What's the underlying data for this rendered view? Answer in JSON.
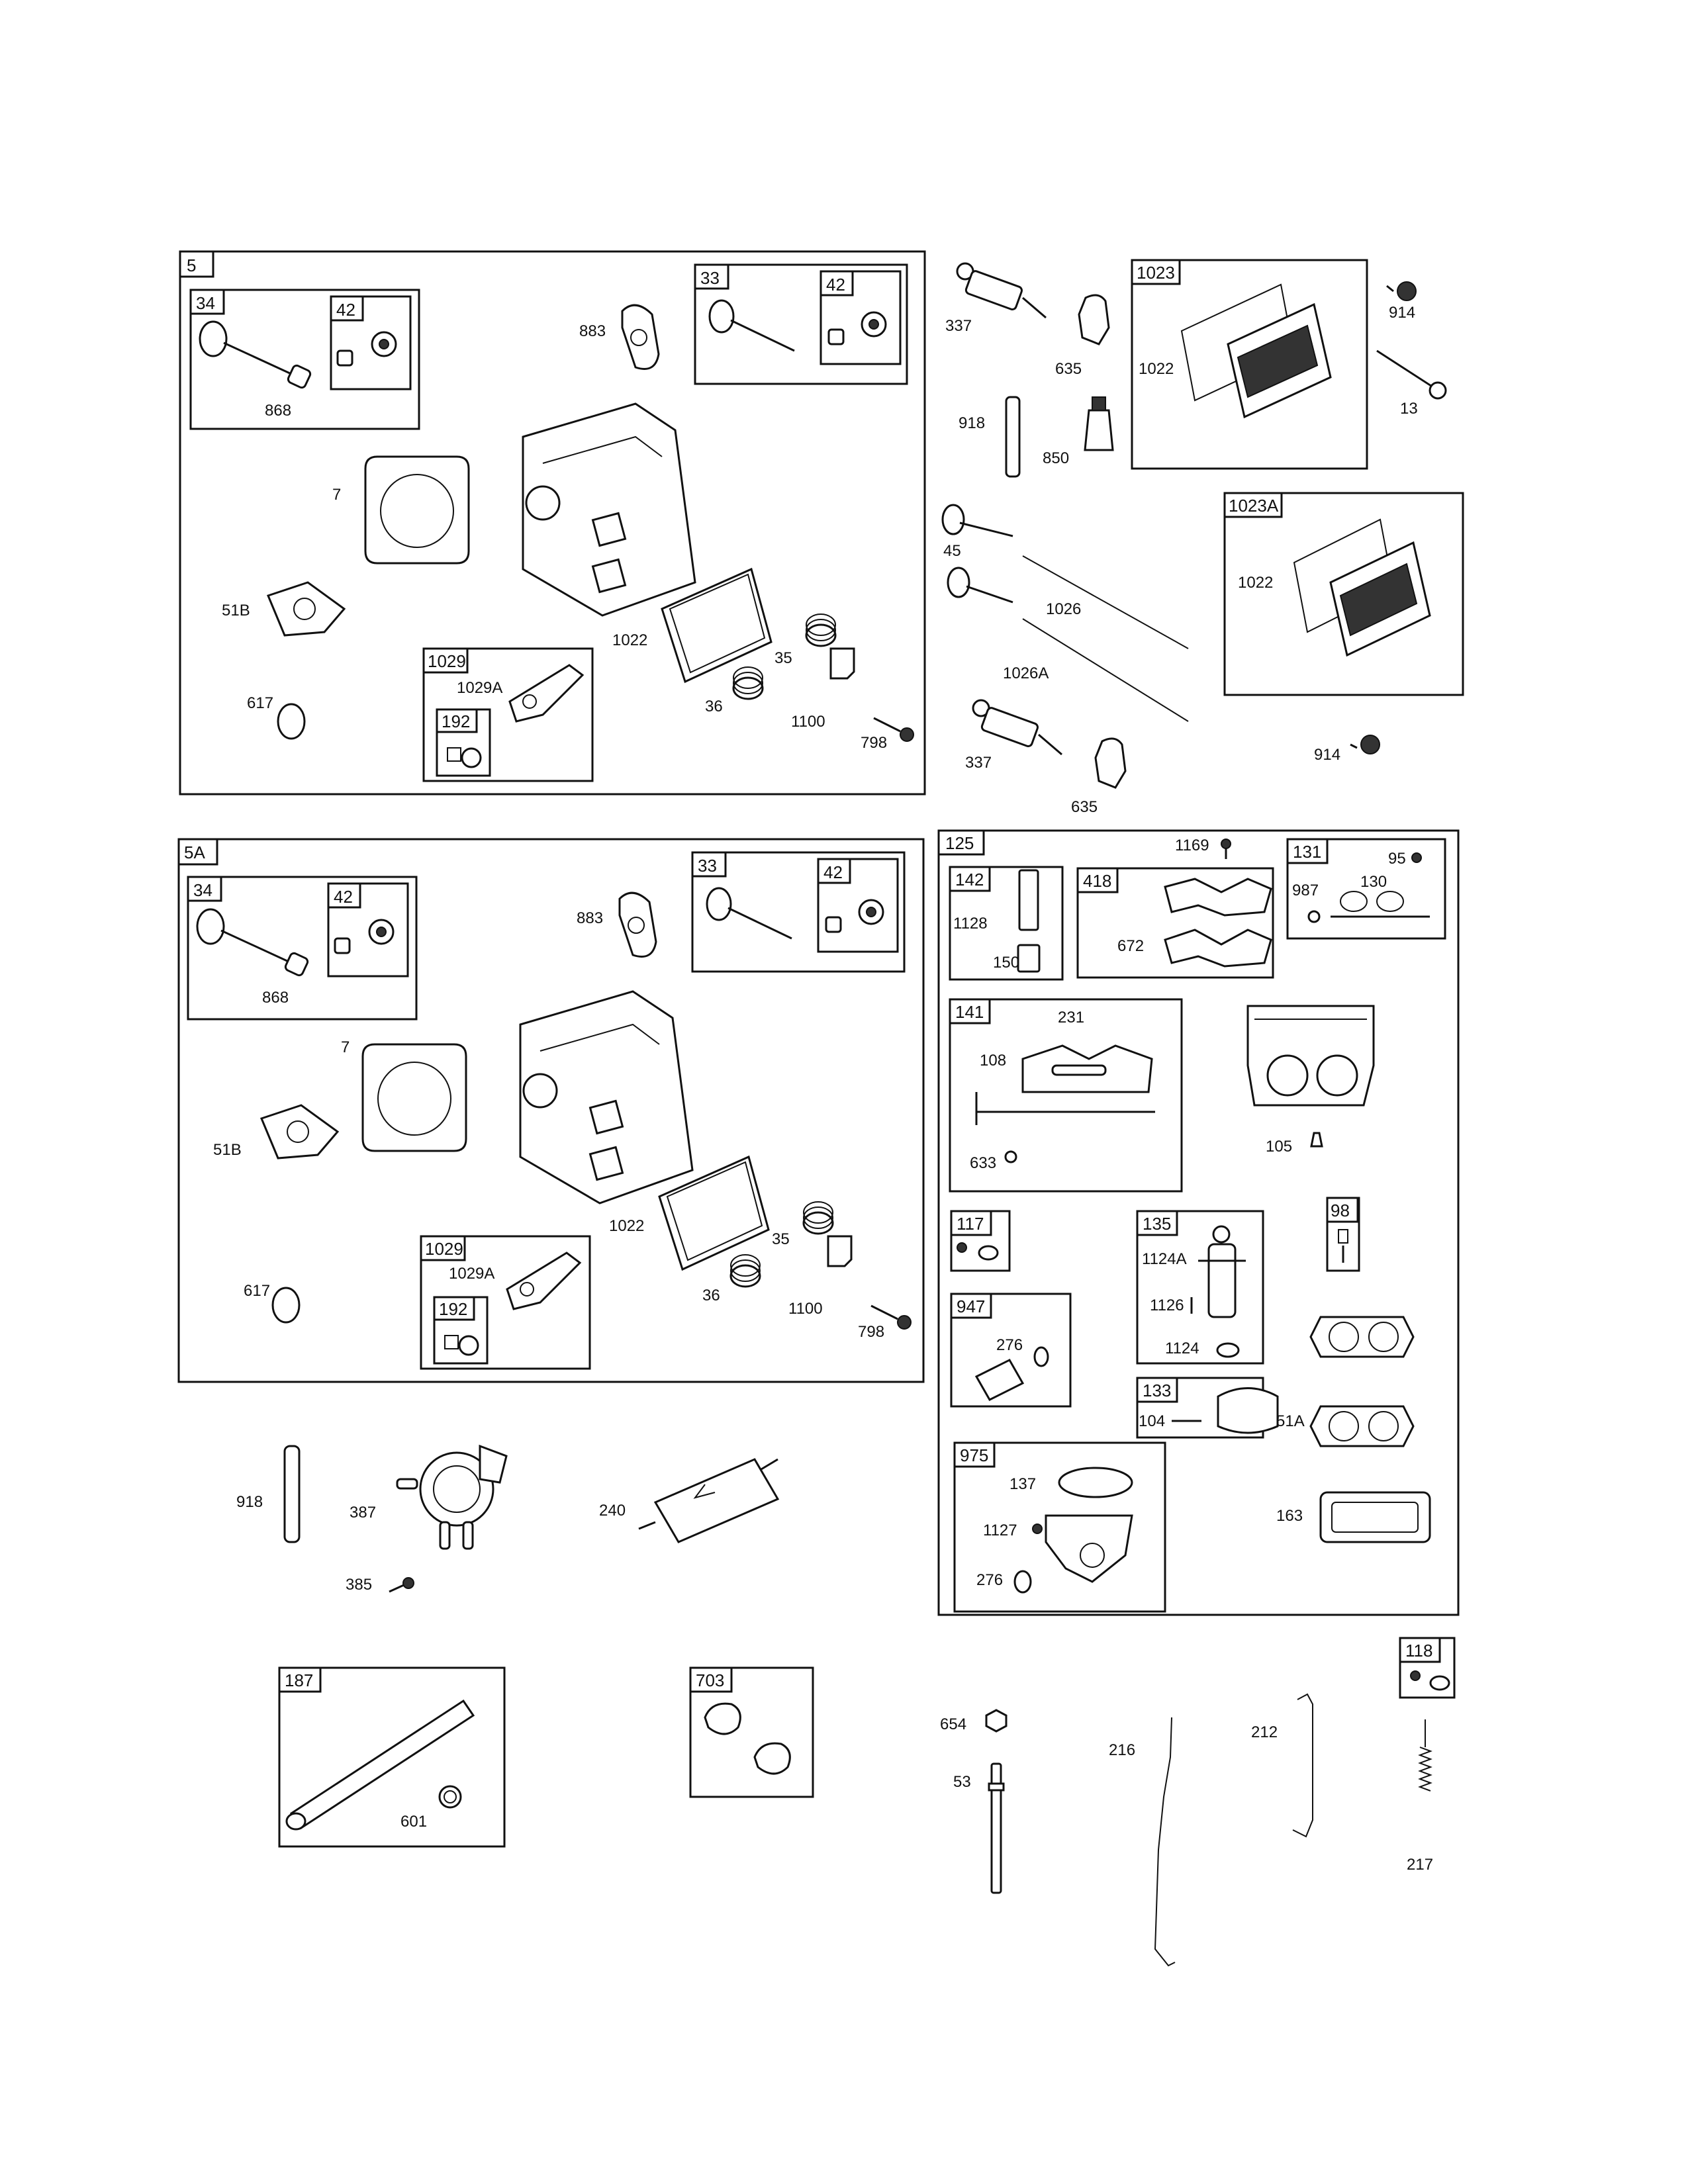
{
  "boxes": {
    "b5": "5",
    "b5_34": "34",
    "b5_42a": "42",
    "b5_33": "33",
    "b5_42b": "42",
    "b5_1029": "1029",
    "b5_192": "192",
    "b5a": "5A",
    "b5a_34": "34",
    "b5a_42a": "42",
    "b5a_33": "33",
    "b5a_42b": "42",
    "b5a_1029": "1029",
    "b5a_192": "192",
    "b1023": "1023",
    "b1023a": "1023A",
    "b125": "125",
    "b142": "142",
    "b418": "418",
    "b131": "131",
    "b141": "141",
    "b117": "117",
    "b135": "135",
    "b98": "98",
    "b947": "947",
    "b133": "133",
    "b975": "975",
    "b187": "187",
    "b703": "703",
    "b118": "118"
  },
  "labels": {
    "s5_868": "868",
    "s5_883": "883",
    "s5_7": "7",
    "s5_51b": "51B",
    "s5_1022": "1022",
    "s5_35": "35",
    "s5_36": "36",
    "s5_1100": "1100",
    "s5_798": "798",
    "s5_617": "617",
    "s5_1029a": "1029A",
    "s5a_868": "868",
    "s5a_883": "883",
    "s5a_7": "7",
    "s5a_51b": "51B",
    "s5a_1022": "1022",
    "s5a_35": "35",
    "s5a_36": "36",
    "s5a_1100": "1100",
    "s5a_798": "798",
    "s5a_617": "617",
    "s5a_1029a": "1029A",
    "r_337a": "337",
    "r_635a": "635",
    "r_918": "918",
    "r_850": "850",
    "r_45": "45",
    "r_1026": "1026",
    "r_1026a": "1026A",
    "r_337b": "337",
    "r_635b": "635",
    "r_914a": "914",
    "r_13": "13",
    "r_1022a": "1022",
    "r_1022b": "1022",
    "r_914b": "914",
    "c_1169": "1169",
    "c_95": "95",
    "c_987": "987",
    "c_130": "130",
    "c_1128": "1128",
    "c_150": "150",
    "c_672": "672",
    "c_231": "231",
    "c_108": "108",
    "c_633": "633",
    "c_105": "105",
    "c_1124a": "1124A",
    "c_1126": "1126",
    "c_1124": "1124",
    "c_276a": "276",
    "c_104": "104",
    "c_51a": "51A",
    "c_137": "137",
    "c_1127": "1127",
    "c_276b": "276",
    "c_163": "163",
    "f_918": "918",
    "f_387": "387",
    "f_385": "385",
    "f_240": "240",
    "f_601": "601",
    "l_654": "654",
    "l_53": "53",
    "l_216": "216",
    "l_212": "212",
    "l_217": "217"
  }
}
